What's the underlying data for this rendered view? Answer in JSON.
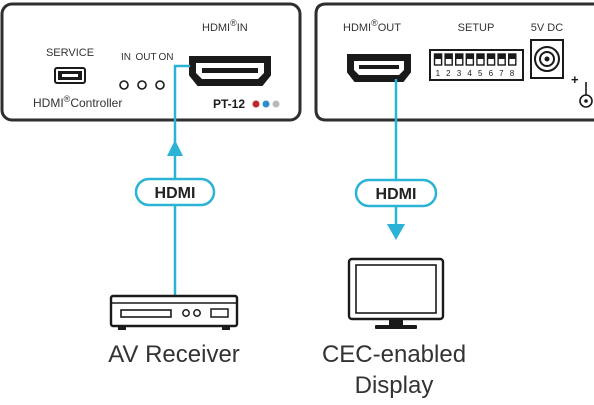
{
  "colors": {
    "panel_border": "#2e2e2e",
    "cable": "#2bb3d6",
    "dot_red": "#c0282d",
    "dot_blue": "#2c8fc9",
    "dot_grey": "#b9b9b9",
    "text": "#333333"
  },
  "left_panel": {
    "service_label": "SERVICE",
    "led_labels": [
      "IN",
      "OUT",
      "ON"
    ],
    "hdmi_in_label": "HDMI",
    "hdmi_in_suffix": "IN",
    "controller_label": "HDMI",
    "controller_suffix": "Controller",
    "model_label": "PT-12",
    "registered_mark": "®"
  },
  "right_panel": {
    "hdmi_out_label": "HDMI",
    "hdmi_out_suffix": "OUT",
    "setup_label": "SETUP",
    "dc_label": "5V DC",
    "dip_numbers": [
      "1",
      "2",
      "3",
      "4",
      "5",
      "6",
      "7",
      "8"
    ],
    "plus_sign": "+",
    "registered_mark": "®"
  },
  "cables": {
    "left_label": "HDMI",
    "right_label": "HDMI"
  },
  "devices": {
    "av_receiver": "AV Receiver",
    "display_line1": "CEC-enabled",
    "display_line2": "Display"
  }
}
